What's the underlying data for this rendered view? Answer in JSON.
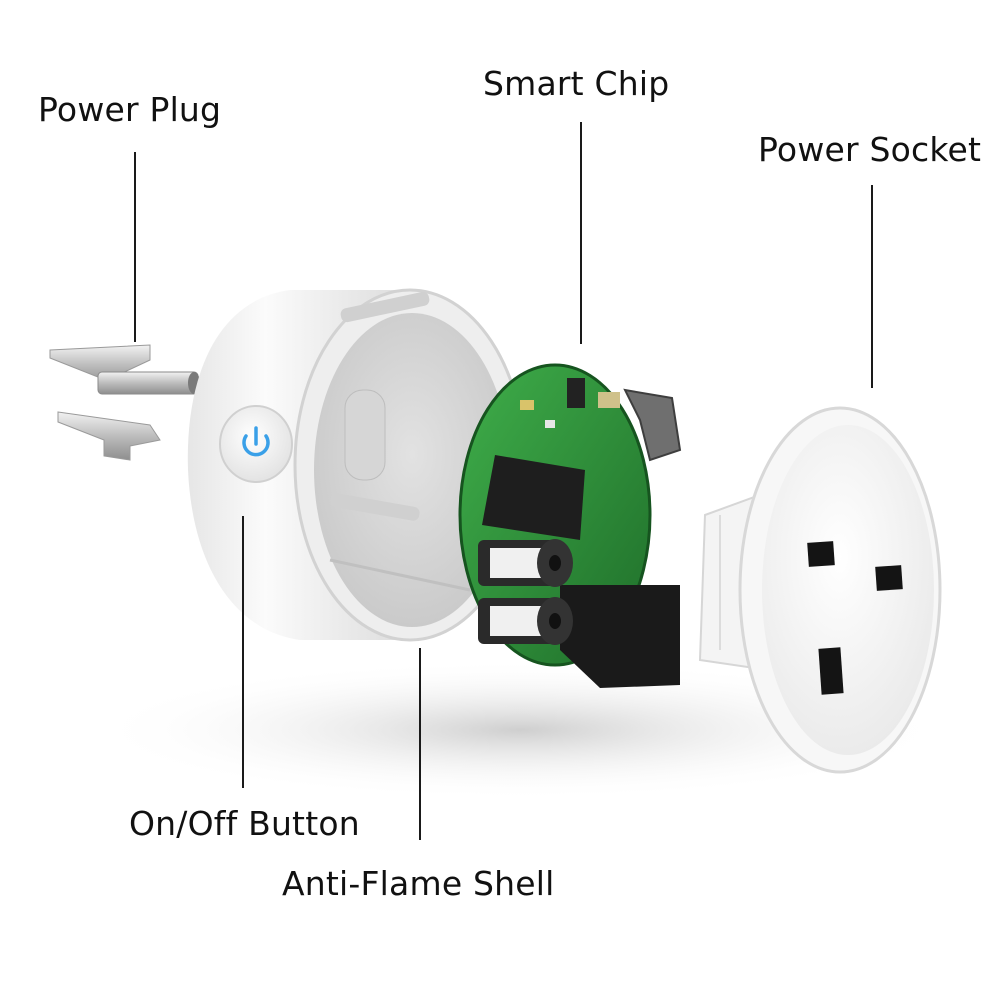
{
  "labels": {
    "power_plug": "Power Plug",
    "smart_chip": "Smart Chip",
    "power_socket": "Power Socket",
    "on_off_button": "On/Off Button",
    "anti_flame_shell": "Anti-Flame Shell"
  },
  "components": [
    {
      "name": "power-plug",
      "icon": "plug-pins"
    },
    {
      "name": "anti-flame-shell",
      "icon": "cylinder-shell"
    },
    {
      "name": "on-off-button",
      "icon": "power-icon"
    },
    {
      "name": "smart-chip",
      "icon": "circuit-board"
    },
    {
      "name": "power-socket",
      "icon": "uk-socket-face"
    }
  ],
  "colors": {
    "shell": "#f4f4f4",
    "button_glow": "#3aa0e8",
    "pcb": "#2f8f3a",
    "relay": "#1e1e1e",
    "leader": "#1a1a1a"
  }
}
